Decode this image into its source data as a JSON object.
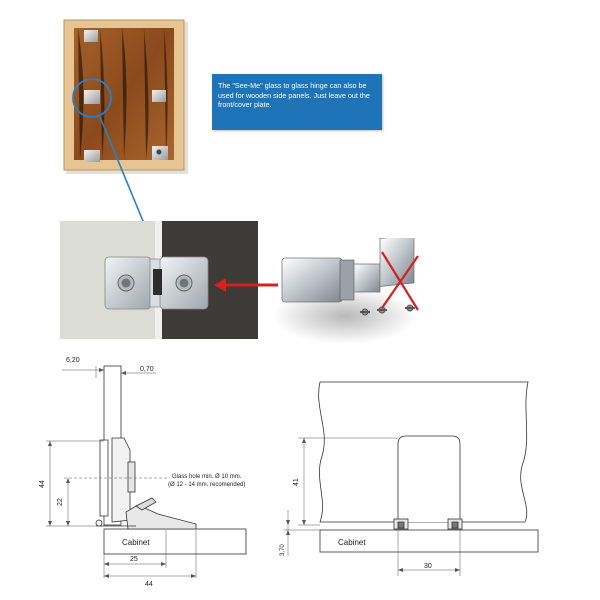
{
  "callout": {
    "text": "The \"See-Me\" glass to glass hinge can also be used for wooden side panels. Just leave out the front/cover plate.",
    "background": "#1f73b7"
  },
  "left_drawing": {
    "dim_top_left": "6,20",
    "dim_top_right": "0,70",
    "dim_height": "44",
    "dim_mid": "22",
    "dim_bottom_inner": "25",
    "dim_bottom_outer": "44",
    "glass_hole_line1": "Glass hole min. Ø 10 mm.",
    "glass_hole_line2": "(Ø 12 - 14 mm. recomended)",
    "cabinet_label": "Cabinet"
  },
  "right_drawing": {
    "dim_height": "41",
    "dim_offset": "3,70",
    "dim_width": "30",
    "cabinet_label": "Cabinet"
  },
  "icons": {
    "arrow_color": "#d32020",
    "leader_color": "#2a7fc4",
    "cross_color": "#d32020"
  }
}
